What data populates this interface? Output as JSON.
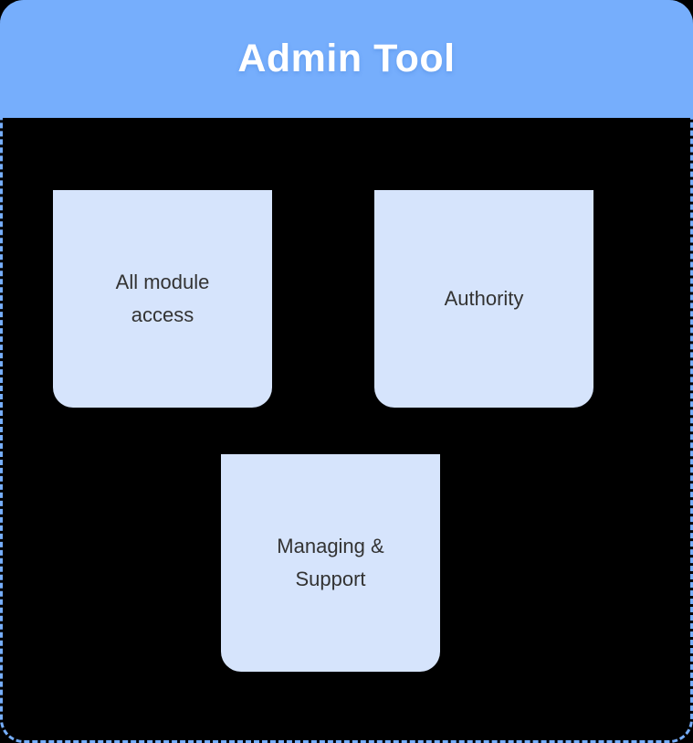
{
  "header": {
    "title": "Admin Tool"
  },
  "colors": {
    "header_blue": "#76aefc",
    "border_blue": "#76aefc",
    "note_blue": "#d6e4fc",
    "note_fold_grey": "#aaaaaa",
    "note_text": "#333333",
    "header_text": "#ffffff",
    "background": "#000000"
  },
  "board": {
    "notes": [
      {
        "id": "note-1",
        "label": "All module\naccess"
      },
      {
        "id": "note-2",
        "label": "Authority"
      },
      {
        "id": "note-3",
        "label": "Managing &\nSupport"
      }
    ]
  }
}
